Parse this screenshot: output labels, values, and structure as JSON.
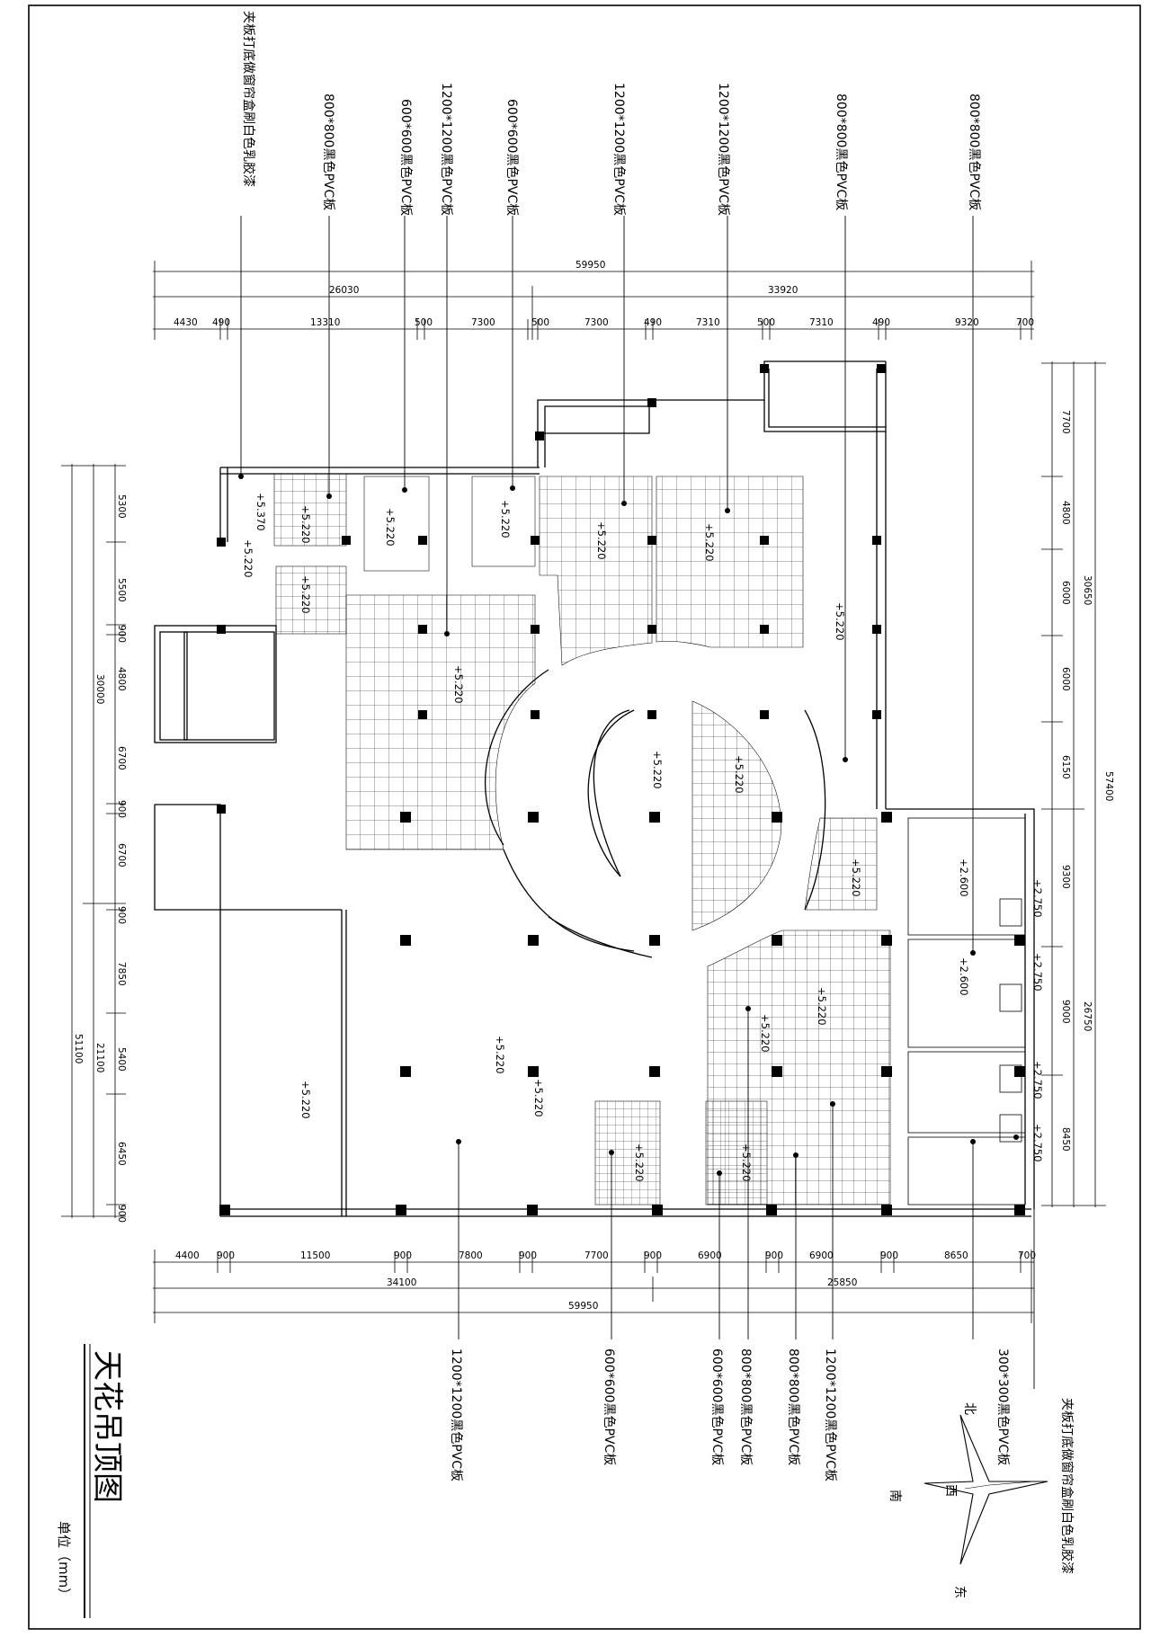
{
  "drawing": {
    "title": "天花吊顶图",
    "unit": "单位（mm）"
  },
  "compass": {
    "north": "北",
    "south": "南",
    "east": "东",
    "west": "西"
  },
  "top_labels": [
    "夹板打底做窗帘盒刷白色乳胶漆",
    "800*800黑色PVC板",
    "600*600黑色PVC板",
    "1200*1200黑色PVC板",
    "600*600黑色PVC板",
    "1200*1200黑色PVC板",
    "1200*1200黑色PVC板",
    "800*800黑色PVC板",
    "800*800黑色PVC板"
  ],
  "bottom_labels": [
    "1200*1200黑色PVC板",
    "600*600黑色PVC板",
    "600*600黑色PVC板",
    "800*800黑色PVC板",
    "800*800黑色PVC板",
    "1200*1200黑色PVC板",
    "300*300黑色PVC板",
    "夹板打底做窗帘盒刷白色乳胶漆"
  ],
  "top_dims": {
    "overall": "59950",
    "sub": [
      "26030",
      "33920"
    ],
    "segments": [
      "4430",
      "490",
      "13310",
      "500",
      "7300",
      "500",
      "7300",
      "490",
      "7310",
      "500",
      "7310",
      "490",
      "9320",
      "700"
    ]
  },
  "bottom_dims": {
    "overall": "59950",
    "sub": [
      "34100",
      "25850"
    ],
    "segments": [
      "4400",
      "900",
      "11500",
      "900",
      "7800",
      "900",
      "7700",
      "900",
      "6900",
      "900",
      "6900",
      "900",
      "8650",
      "700"
    ]
  },
  "left_dims": {
    "overall": "51100",
    "sub": [
      "30000",
      "21100"
    ],
    "segments": [
      "5300",
      "5500",
      "900",
      "4800",
      "6700",
      "900",
      "6700",
      "900",
      "7850",
      "5400",
      "6450",
      "900"
    ]
  },
  "right_dims": {
    "overall": "57400",
    "sub": [
      "30650",
      "26750"
    ],
    "segments": [
      "7700",
      "4800",
      "6000",
      "6000",
      "6150",
      "9300",
      "9000",
      "8450"
    ]
  },
  "elevations": [
    "+5.370",
    "+5.220",
    "+5.220",
    "+5.220",
    "+5.220",
    "+5.220",
    "+5.220",
    "+5.220",
    "+5.220",
    "+5.220",
    "+5.220",
    "+5.220",
    "+5.220",
    "+5.220",
    "+5.220",
    "+5.220",
    "+5.220",
    "+5.220",
    "+5.220",
    "+5.220",
    "+2.600",
    "+2.600",
    "+2.750",
    "+2.750",
    "+2.750",
    "+2.750"
  ]
}
